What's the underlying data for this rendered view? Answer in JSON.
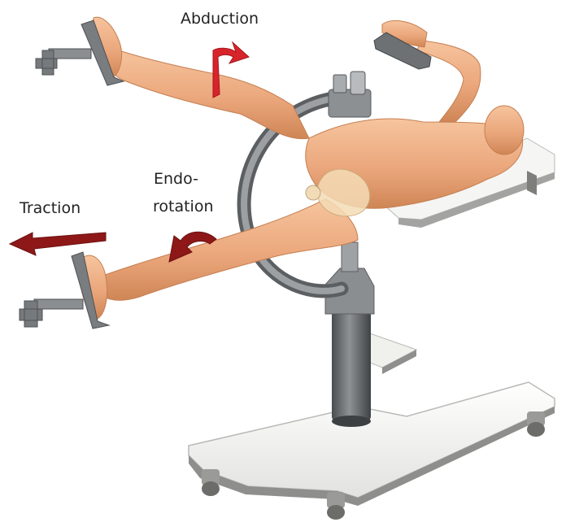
{
  "figure": {
    "labels": {
      "abduction": "Abduction",
      "endorotation_line1": "Endo-",
      "endorotation_line2": "rotation",
      "traction": "Traction"
    }
  },
  "colors": {
    "skin": "#eba77c",
    "skin_shadow": "#d68a5c",
    "metal": "#8a8d90",
    "metal_dark": "#55585b",
    "base_plate": "#f3f3f1",
    "arrow_red": "#d7242b",
    "arrow_dark_red": "#8e1818",
    "text": "#222222"
  }
}
